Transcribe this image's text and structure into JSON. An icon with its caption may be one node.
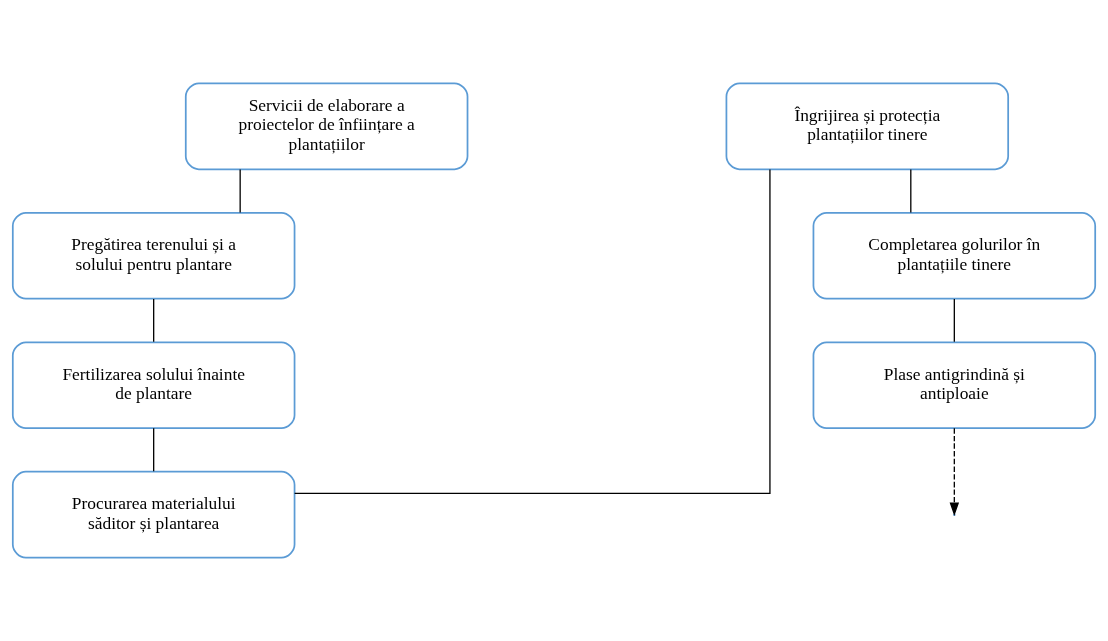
{
  "diagram": {
    "nodes": [
      {
        "text": [
          "Servicii de elaborare a proiectelor de înființare a plantațiilor"
        ]
      },
      {
        "text": [
          "Pregătirea terenului și a solului pentru plantare"
        ]
      },
      {
        "text": [
          "Fertilizarea solului înainte de plantare"
        ]
      },
      {
        "text": [
          "Procurarea materialului săditor și plantarea"
        ]
      },
      {
        "text": [
          "Îngrijirea și protecția plantațiilor tinere"
        ]
      },
      {
        "text": [
          "Completarea golurilor în plantațiile tinere"
        ]
      },
      {
        "text": [
          "Plase antigrindină și antiploaie"
        ]
      }
    ],
    "edges": [
      {
        "from": 0,
        "to": 1,
        "arrow": "none"
      },
      {
        "from": 1,
        "to": 2,
        "arrow": "none"
      },
      {
        "from": 2,
        "to": 3,
        "arrow": "none"
      },
      {
        "from": 3,
        "to": 4,
        "arrow": "none"
      },
      {
        "from": 4,
        "to": 5,
        "arrow": "none"
      },
      {
        "from": 5,
        "to": 6,
        "arrow": "none"
      },
      {
        "from": 6,
        "to": null,
        "arrow": "to",
        "style": "dashed"
      }
    ]
  }
}
